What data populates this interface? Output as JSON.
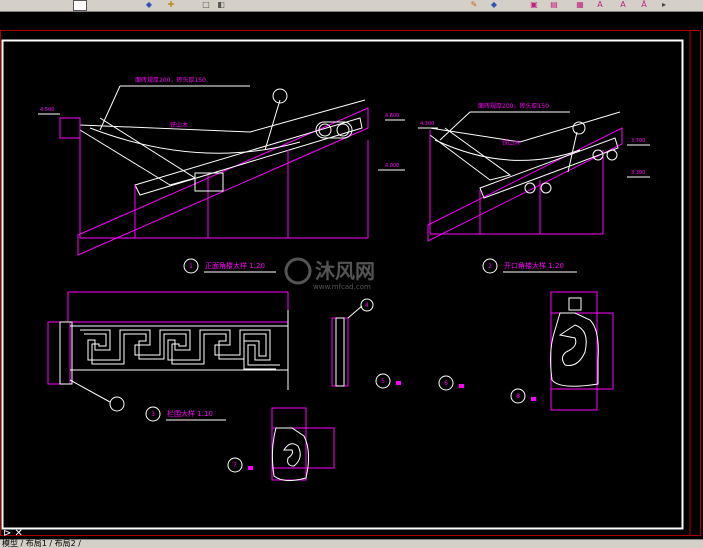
{
  "toolbar": {
    "icons": [
      "calc-icon",
      "layer-icon",
      "snap-icon",
      "paint-icon",
      "text-icon",
      "text-style-icon",
      "dim-icon",
      "layer-state-icon"
    ]
  },
  "drawing": {
    "watermark_brand": "沐风网",
    "watermark_url": "www.mfcad.com",
    "left_section": {
      "note_top": "面砖规厚200，砖头厚150",
      "note_mid": "铁山木",
      "elev_left": "4.500",
      "elev_right_top": "4.600",
      "elev_right_bottom": "4.000",
      "caption": "正面角楼大样 1:20",
      "caption_num": "1"
    },
    "right_section": {
      "note_top": "面砖规厚200，砖头厚150",
      "note_mid": "铁山木",
      "elev_left": "4.300",
      "elev_right_top": "3.700",
      "elev_right_bottom": "3.300",
      "caption": "开口角楼大样 1:20",
      "caption_num": "2"
    },
    "railing": {
      "caption": "栏围大样 1:10",
      "caption_num": "3"
    },
    "markers": [
      "5",
      "6",
      "8",
      "7",
      "4"
    ]
  },
  "tabs": {
    "label": "模型 / 布局1 / 布局2 /"
  },
  "colors": {
    "canvas_bg": "#000000",
    "magenta": "#ff00ff",
    "white": "#ffffff",
    "frame_red": "#aa0000"
  }
}
